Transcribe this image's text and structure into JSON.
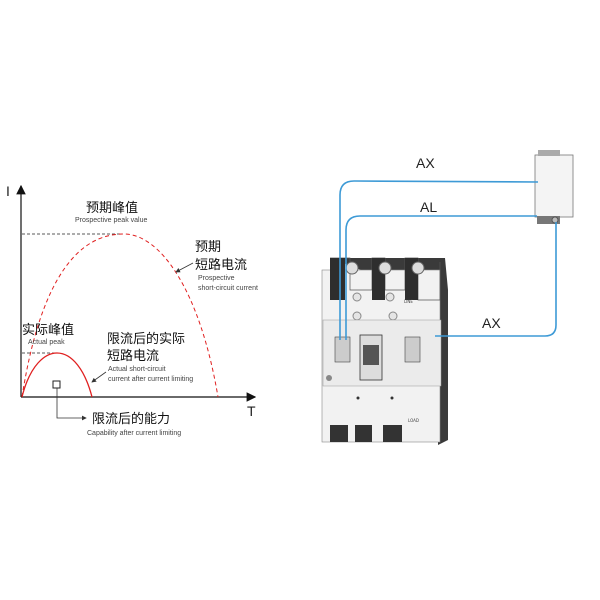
{
  "chart": {
    "y_axis_label": "I",
    "x_axis_label": "T",
    "prospective_peak": {
      "zh": "预期峰值",
      "en": "Prospective peak value"
    },
    "prospective_current": {
      "zh_line1": "预期",
      "zh_line2": "短路电流",
      "en_line1": "Prospective",
      "en_line2": "short-circuit current"
    },
    "actual_peak": {
      "zh": "实际峰值",
      "en": "Actual peak"
    },
    "limited_current": {
      "zh_line1": "限流后的实际",
      "zh_line2": "短路电流",
      "en_line1": "Actual short-circuit",
      "en_line2": "current after current limiting"
    },
    "capability": {
      "zh": "限流后的能力",
      "en": "Capability after current limiting"
    },
    "colors": {
      "curve": "#e02020",
      "axis": "#111111"
    }
  },
  "wiring": {
    "wire_top": "AX",
    "wire_middle": "AL",
    "wire_bottom": "AX",
    "breaker_line_mark": "LINE",
    "breaker_load_mark": "LOAD",
    "wire_color": "#3d9ad6"
  }
}
